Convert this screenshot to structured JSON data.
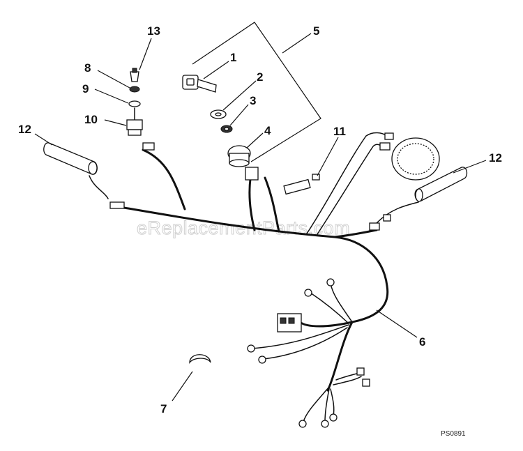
{
  "callouts": {
    "c1": "1",
    "c2": "2",
    "c3": "3",
    "c4": "4",
    "c5": "5",
    "c6": "6",
    "c7": "7",
    "c8": "8",
    "c9": "9",
    "c10": "10",
    "c11": "11",
    "c12a": "12",
    "c12b": "12",
    "c13": "13"
  },
  "watermark": "eReplacementParts.com",
  "drawing_code": "PS0891"
}
